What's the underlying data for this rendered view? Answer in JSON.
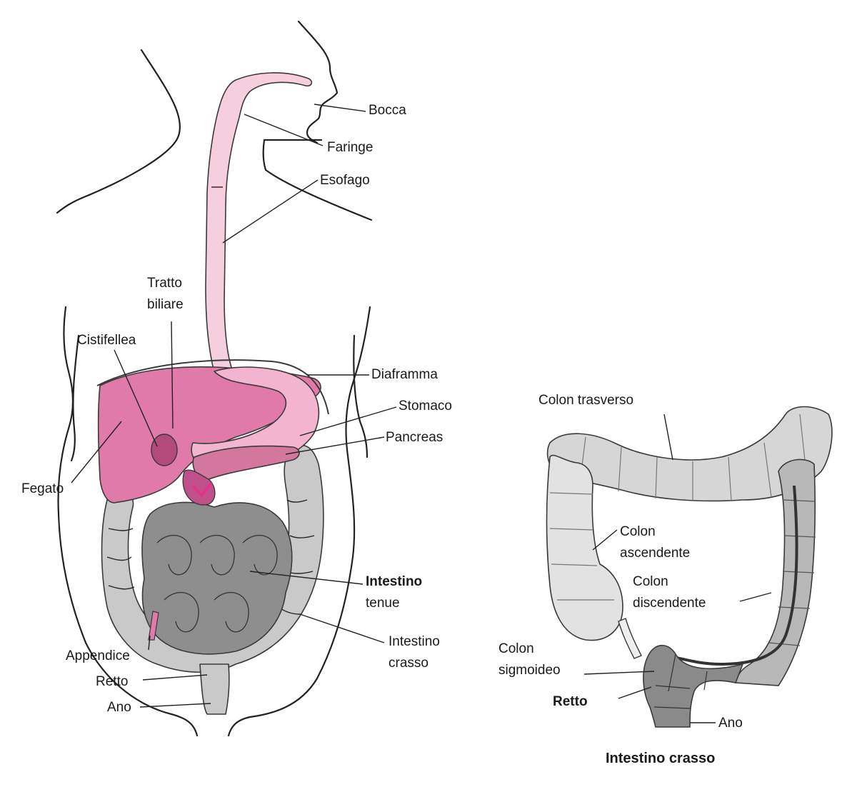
{
  "labels": {
    "bocca": "Bocca",
    "faringe": "Faringe",
    "esofago": "Esofago",
    "tratto_biliare_1": "Tratto",
    "tratto_biliare_2": "biliare",
    "cistifellea": "Cistifellea",
    "diaframma": "Diaframma",
    "stomaco": "Stomaco",
    "pancreas": "Pancreas",
    "fegato": "Fegato",
    "intestino_tenue_1": "Intestino",
    "intestino_tenue_2": "tenue",
    "intestino_crasso_1": "Intestino",
    "intestino_crasso_2": "crasso",
    "appendice": "Appendice",
    "retto": "Retto",
    "ano": "Ano"
  },
  "inset": {
    "colon_trasverso": "Colon trasverso",
    "colon_ascendente_1": "Colon",
    "colon_ascendente_2": "ascendente",
    "colon_discendente_1": "Colon",
    "colon_discendente_2": "discendente",
    "colon_sigmoideo_1": "Colon",
    "colon_sigmoideo_2": "sigmoideo",
    "retto": "Retto",
    "ano": "Ano",
    "caption": "Intestino crasso"
  },
  "colors": {
    "liver": "#e07aa8",
    "stomach": "#f2b4cf",
    "esophagus": "#f6cfdf",
    "gallbladder": "#b24a7a",
    "pancreas_accent": "#e0338a",
    "small_intestine": "#8e8e8e",
    "large_intestine": "#c9c9c9",
    "colon_light": "#dddddd",
    "colon_dark": "#6a6a6a"
  }
}
